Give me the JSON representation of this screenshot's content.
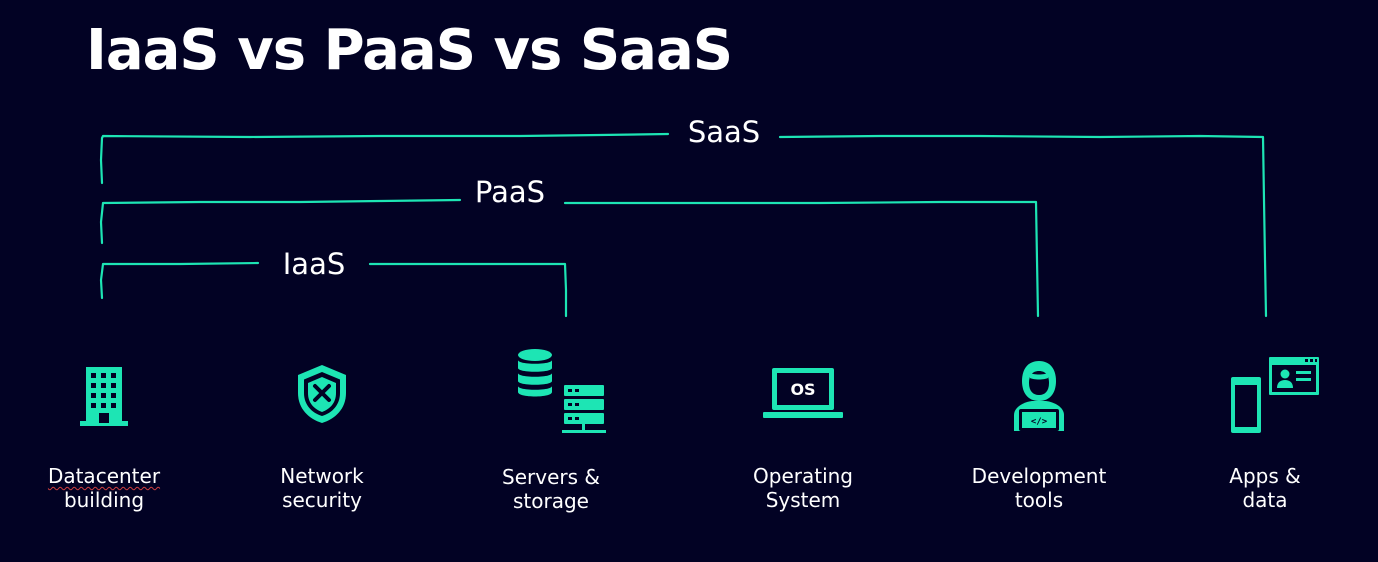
{
  "title": "IaaS vs PaaS vs SaaS",
  "accent_color": "#1de5b4",
  "background_color": "#020224",
  "brackets": [
    {
      "label": "SaaS",
      "spans": [
        "Datacenter building",
        "Network security",
        "Servers & storage",
        "Operating System",
        "Development tools",
        "Apps & data"
      ]
    },
    {
      "label": "PaaS",
      "spans": [
        "Datacenter building",
        "Network security",
        "Servers & storage",
        "Operating System",
        "Development tools"
      ]
    },
    {
      "label": "IaaS",
      "spans": [
        "Datacenter building",
        "Network security",
        "Servers & storage"
      ]
    }
  ],
  "layers": [
    {
      "icon": "building-icon",
      "line1": "Datacenter",
      "line2": "building"
    },
    {
      "icon": "shield-x-icon",
      "line1": "Network",
      "line2": "security"
    },
    {
      "icon": "database-server-icon",
      "line1": "Servers &",
      "line2": "storage"
    },
    {
      "icon": "laptop-os-icon",
      "os_badge": "OS",
      "line1": "Operating",
      "line2": "System"
    },
    {
      "icon": "developer-icon",
      "line1": "Development",
      "line2": "tools"
    },
    {
      "icon": "apps-devices-icon",
      "line1": "Apps &",
      "line2": "data"
    }
  ]
}
